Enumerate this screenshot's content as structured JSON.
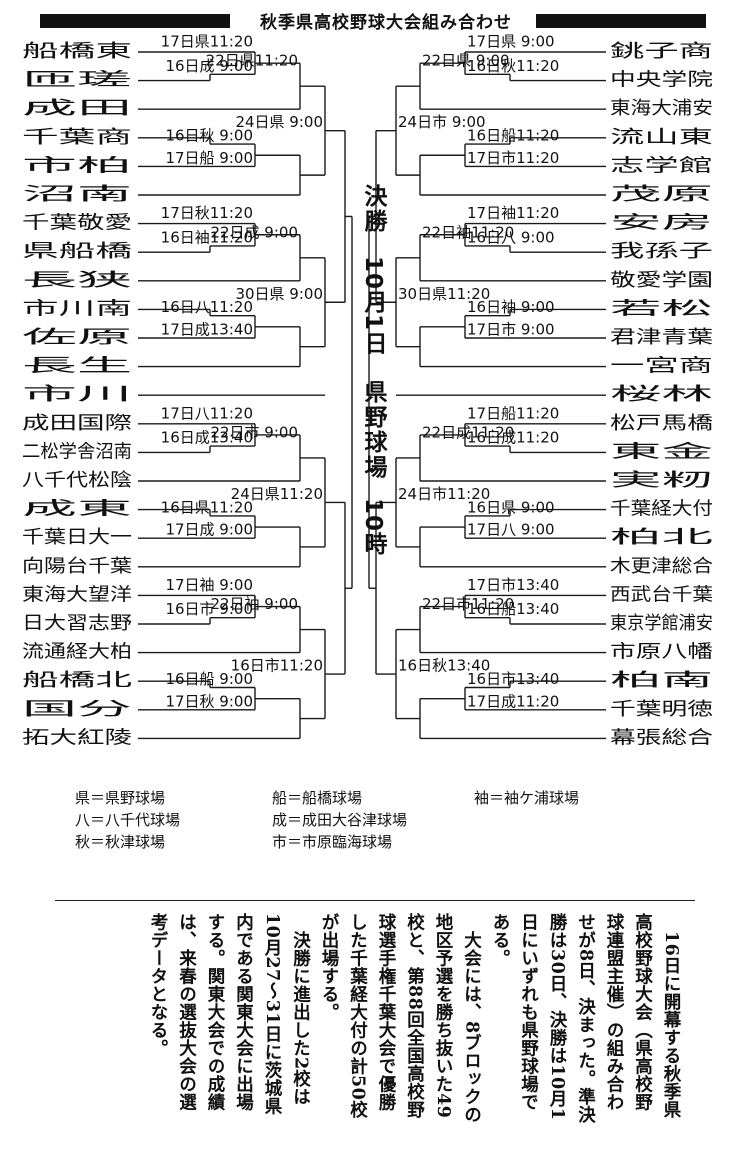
{
  "title": "秋季県高校野球大会組み合わせ",
  "left_teams": [
    "船橋東",
    "匝瑳",
    "成田",
    "千葉商",
    "市柏",
    "沼南",
    "千葉敬愛",
    "県船橋",
    "長狭",
    "市川南",
    "佐原",
    "長生",
    "市川",
    "成田国際",
    "二松学舎沼南",
    "八千代松陰",
    "成東",
    "千葉日大一",
    "向陽台千葉",
    "東海大望洋",
    "日大習志野",
    "流通経大柏",
    "船橋北",
    "国分",
    "拓大紅陵"
  ],
  "right_teams": [
    "銚子商",
    "中央学院",
    "東海大浦安",
    "流山東",
    "志学館",
    "茂原",
    "安房",
    "我孫子",
    "敬愛学園",
    "若松",
    "君津青葉",
    "一宮商",
    "桜林",
    "松戸馬橋",
    "東金",
    "実籾",
    "千葉経大付",
    "柏北",
    "木更津総合",
    "西武台千葉",
    "東京学館浦安",
    "市原八幡",
    "柏南",
    "千葉明徳",
    "幕張総合"
  ],
  "highlight_team": "国分",
  "highlight_color": "#d62020",
  "left_matches": [
    "17日県11:20",
    "16日成 9:00",
    "22日県11:20",
    "16日秋 9:00",
    "17日船 9:00",
    "24日県 9:00",
    "17日秋11:20",
    "16日袖11:20",
    "22日成 9:00",
    "16日八11:20",
    "17日成13:40",
    "30日県 9:00",
    "17日八11:20",
    "16日成13:40",
    "22日市 9:00",
    "16日県11:20",
    "17日成 9:00",
    "24日県11:20",
    "17日袖 9:00",
    "16日市 9:00",
    "22日袖 9:00",
    "16日船 9:00",
    "17日秋 9:00",
    "16日市11:20"
  ],
  "right_matches": [
    "17日県 9:00",
    "16日秋11:20",
    "22日県 9:00",
    "16日船11:20",
    "17日市11:20",
    "24日市 9:00",
    "17日袖11:20",
    "16日八 9:00",
    "22日袖11:20",
    "16日袖 9:00",
    "17日市 9:00",
    "30日県11:20",
    "17日船11:20",
    "16日成11:20",
    "22日成11:20",
    "16日県 9:00",
    "17日八 9:00",
    "24日市11:20",
    "17日市13:40",
    "16日船13:40",
    "22日市11:20",
    "16日市13:40",
    "17日成11:20",
    "16日秋13:40"
  ],
  "final": {
    "label": "決勝",
    "date": "10月1日",
    "venue": "県野球場",
    "time": "10時"
  },
  "legend": [
    "県＝県野球場",
    "船＝船橋球場",
    "袖＝袖ケ浦球場",
    "八＝八千代球場",
    "成＝成田大谷津球場",
    "秋＝秋津球場",
    "市＝市原臨海球場"
  ],
  "article": [
    "16日に開幕する秋季県高校野球大会（県高校野球連盟主催）の組み合わせが8日、決まった。準決勝は30日、決勝は10月1日にいずれも県野球場である。",
    "大会には、8ブロックの地区予選を勝ち抜いた49校と、第88回全国高校野球選手権千葉大会で優勝した千葉経大付の計50校が出場する。",
    "決勝に進出した2校は10月27～31日に茨城県内である関東大会に出場する。関東大会での成績は、来春の選抜大会の選考データとなる。"
  ]
}
